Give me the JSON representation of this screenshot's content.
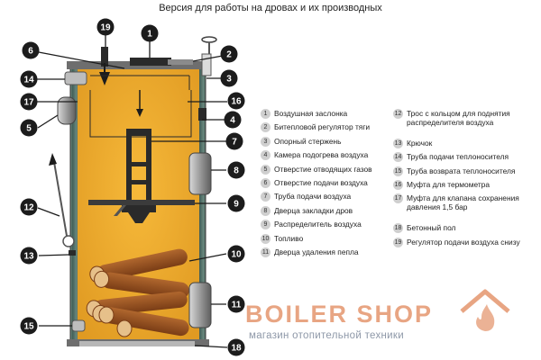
{
  "title": "Версия для работы на дровах и их производных",
  "callouts": [
    "19",
    "1",
    "2",
    "6",
    "3",
    "14",
    "16",
    "17",
    "4",
    "5",
    "7",
    "8",
    "9",
    "12",
    "10",
    "13",
    "11",
    "15",
    "18"
  ],
  "legend_left": [
    {
      "num": "1",
      "text": "Воздушная заслонка"
    },
    {
      "num": "2",
      "text": "Битепловой регулятор тяги"
    },
    {
      "num": "3",
      "text": "Опорный стержень"
    },
    {
      "num": "4",
      "text": "Камера подогрева воздуха"
    },
    {
      "num": "5",
      "text": "Отверстие отводящих газов"
    },
    {
      "num": "6",
      "text": "Отверстие подачи воздуха"
    },
    {
      "num": "7",
      "text": "Труба подачи воздуха"
    },
    {
      "num": "8",
      "text": "Дверца закладки дров"
    },
    {
      "num": "9",
      "text": "Распределитель воздуха"
    },
    {
      "num": "10",
      "text": "Топливо"
    },
    {
      "num": "11",
      "text": "Дверца удаления пепла"
    }
  ],
  "legend_right": [
    {
      "num": "12",
      "text": "Трос с кольцом для поднятия распределителя воздуха"
    },
    {
      "num": "13",
      "text": "Крючок"
    },
    {
      "num": "14",
      "text": "Труба подачи теплоносителя"
    },
    {
      "num": "15",
      "text": "Труба возврата теплоносителя"
    },
    {
      "num": "16",
      "text": "Муфта для термометра"
    },
    {
      "num": "17",
      "text": "Муфта для клапана сохранения давления 1,5 бар"
    },
    {
      "num": "18",
      "text": "Бетонный пол"
    },
    {
      "num": "19",
      "text": "Регулятор подачи воздуха снизу"
    }
  ],
  "brand": {
    "name": "BOILER SHOP",
    "subtitle": "магазин отопительной техники"
  },
  "colors": {
    "body": "#f0a52a",
    "wall": "#4a6b60",
    "callout": "#1c1c1c",
    "brand": "#e8a583"
  }
}
